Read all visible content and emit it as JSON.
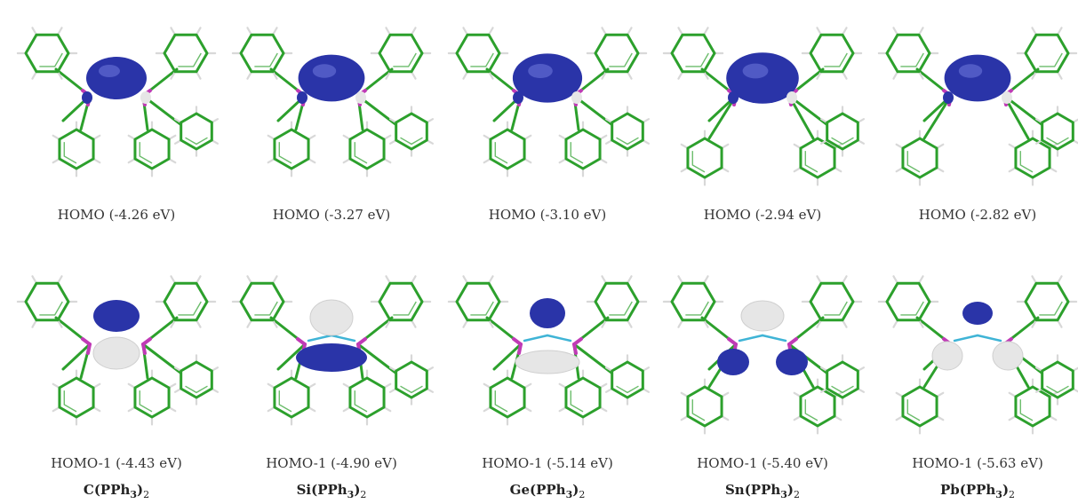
{
  "colors": {
    "phenyl_bond": "#2ca02c",
    "hydrogen": "#d8d8d8",
    "phosphorus_bond": "#c03ab6",
    "central_bond": "#3fb4d6",
    "orbital_positive": "#2a34a8",
    "orbital_negative": "#e6e6e6"
  },
  "columns": [
    {
      "homo": "HOMO (-4.26 eV)",
      "homo1": "HOMO-1 (-4.43 eV)",
      "element": "C",
      "ligand": "(PPh",
      "ligand_sub": "3",
      "close": ")",
      "count_sub": "2"
    },
    {
      "homo": "HOMO (-3.27 eV)",
      "homo1": "HOMO-1 (-4.90 eV)",
      "element": "Si",
      "ligand": "(PPh",
      "ligand_sub": "3",
      "close": ")",
      "count_sub": "2"
    },
    {
      "homo": "HOMO (-3.10 eV)",
      "homo1": "HOMO-1 (-5.14 eV)",
      "element": "Ge",
      "ligand": "(PPh",
      "ligand_sub": "3",
      "close": ")",
      "count_sub": "2"
    },
    {
      "homo": "HOMO (-2.94 eV)",
      "homo1": "HOMO-1 (-5.40 eV)",
      "element": "Sn",
      "ligand": "(PPh",
      "ligand_sub": "3",
      "close": ")",
      "count_sub": "2"
    },
    {
      "homo": "HOMO (-2.82 eV)",
      "homo1": "HOMO-1 (-5.63 eV)",
      "element": "Pb",
      "ligand": "(PPh",
      "ligand_sub": "3",
      "close": ")",
      "count_sub": "2"
    }
  ]
}
